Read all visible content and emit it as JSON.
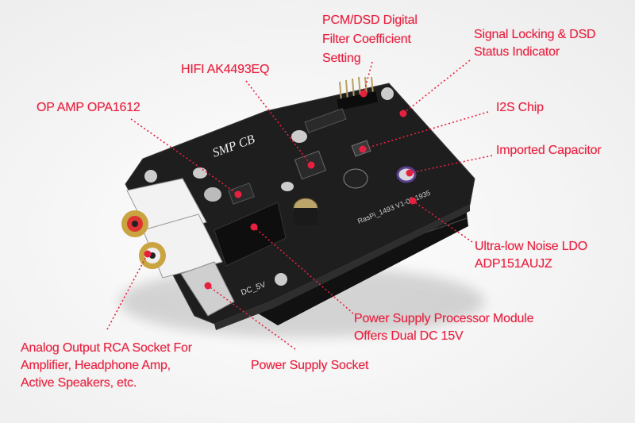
{
  "colors": {
    "label": "#e8203f",
    "board": "#1c1c1c",
    "background": "#f4f4f4"
  },
  "board": {
    "silkscreen_brand": "SMP CB",
    "silkscreen_model": "RasPi_1493 V1-02 1935",
    "dc_label": "DC_5V"
  },
  "callouts": [
    {
      "id": "pcm-dsd",
      "lines": [
        "PCM/DSD Digital",
        "Filter Coefficient",
        "Setting"
      ]
    },
    {
      "id": "signal-locking",
      "lines": [
        "Signal Locking & DSD",
        "Status Indicator"
      ]
    },
    {
      "id": "hifi-chip",
      "lines": [
        "HIFI AK4493EQ"
      ]
    },
    {
      "id": "op-amp",
      "lines": [
        "OP AMP OPA1612"
      ]
    },
    {
      "id": "i2s-chip",
      "lines": [
        "I2S Chip"
      ]
    },
    {
      "id": "imported-capacitor",
      "lines": [
        "Imported Capacitor"
      ]
    },
    {
      "id": "ldo",
      "lines": [
        "Ultra-low Noise LDO",
        "ADP151AUJZ"
      ]
    },
    {
      "id": "power-module",
      "lines": [
        "Power Supply Processor Module",
        "Offers Dual DC 15V"
      ]
    },
    {
      "id": "power-socket",
      "lines": [
        "Power Supply Socket"
      ]
    },
    {
      "id": "rca-output",
      "lines": [
        "Analog Output RCA Socket For",
        "Amplifier, Headphone Amp,",
        "Active Speakers, etc."
      ]
    }
  ]
}
